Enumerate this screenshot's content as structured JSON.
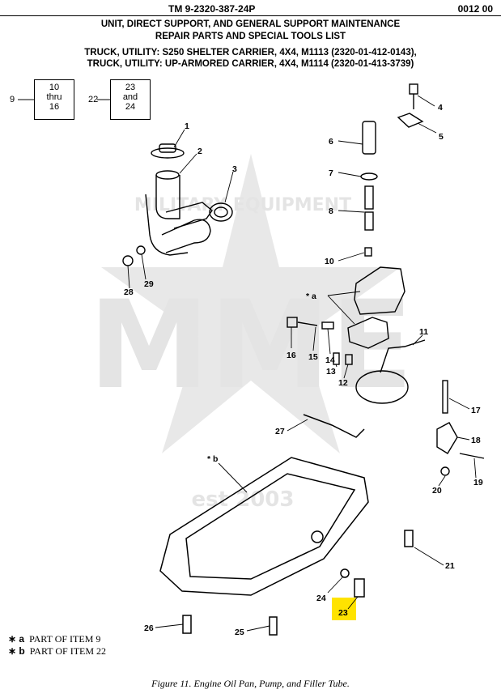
{
  "header": {
    "tm_number": "TM 9-2320-387-24P",
    "page_code": "0012 00",
    "title_line1": "UNIT, DIRECT SUPPORT, AND GENERAL SUPPORT MAINTENANCE",
    "title_line2": "REPAIR PARTS AND SPECIAL TOOLS LIST",
    "vehicle_line1": "TRUCK, UTILITY: S250 SHELTER CARRIER, 4X4, M1113 (2320-01-412-0143),",
    "vehicle_line2": "TRUCK, UTILITY: UP-ARMORED CARRIER, 4X4, M1114 (2320-01-413-3739)"
  },
  "ref_boxes": [
    {
      "tag": "9",
      "line1": "10",
      "line2": "thru",
      "line3": "16"
    },
    {
      "tag": "22",
      "line1": "23",
      "line2": "and",
      "line3": "24"
    }
  ],
  "callouts": [
    "1",
    "2",
    "3",
    "4",
    "5",
    "6",
    "7",
    "8",
    "10",
    "* a",
    "11",
    "16",
    "15",
    "14",
    "13",
    "12",
    "17",
    "18",
    "19",
    "20",
    "21",
    "23",
    "24",
    "25",
    "26",
    "27",
    "28",
    "29",
    "* b"
  ],
  "highlight": {
    "item": "23",
    "color": "#ffe300"
  },
  "watermark": {
    "text_top": "MILITARY EQUIPMENT",
    "text_big": "MME",
    "text_bottom": "est 2003"
  },
  "notes": [
    {
      "mark": "∗ a",
      "text": "PART OF ITEM  9"
    },
    {
      "mark": "∗ b",
      "text": "PART OF ITEM  22"
    }
  ],
  "caption": "Figure 11.  Engine Oil Pan, Pump, and Filler Tube."
}
